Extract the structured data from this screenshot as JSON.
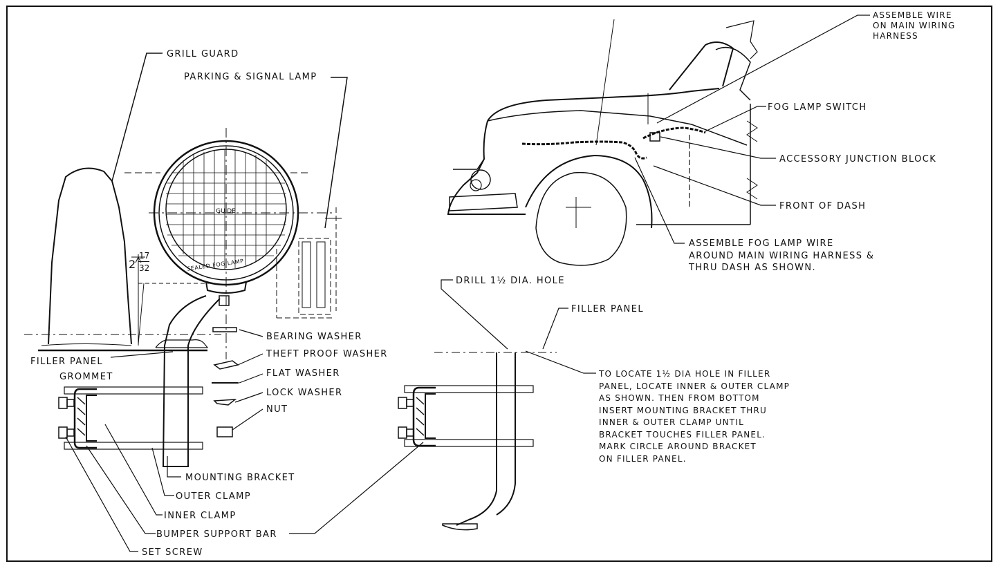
{
  "labels": {
    "grill_guard": "GRILL GUARD",
    "parking_signal_lamp": "PARKING & SIGNAL LAMP",
    "dimension_whole": "2",
    "dimension_numerator": "17",
    "dimension_denominator": "32",
    "lamp_lens_text": "GUIDE",
    "lamp_rim_text": "SEALED FOG LAMP",
    "filler_panel_left": "FILLER PANEL",
    "grommet": "GROMMET",
    "bearing_washer": "BEARING WASHER",
    "theft_proof_washer": "THEFT PROOF WASHER",
    "flat_washer": "FLAT WASHER",
    "lock_washer": "LOCK WASHER",
    "nut": "NUT",
    "mounting_bracket": "MOUNTING BRACKET",
    "outer_clamp": "OUTER CLAMP",
    "inner_clamp": "INNER CLAMP",
    "bumper_support_bar": "BUMPER SUPPORT BAR",
    "set_screw": "SET SCREW",
    "assemble_wire": "ASSEMBLE WIRE\nON MAIN WIRING\nHARNESS",
    "fog_lamp_switch": "FOG LAMP SWITCH",
    "accessory_junction_block": "ACCESSORY JUNCTION BLOCK",
    "front_of_dash": "FRONT OF DASH",
    "assemble_fog_lamp_wire": "ASSEMBLE FOG LAMP WIRE\nAROUND MAIN WIRING HARNESS &\nTHRU DASH AS SHOWN.",
    "drill_hole": "DRILL 1½ DIA. HOLE",
    "filler_panel_right": "FILLER PANEL",
    "locate_instructions": "TO LOCATE 1½ DIA HOLE IN FILLER\nPANEL, LOCATE INNER & OUTER CLAMP\nAS SHOWN. THEN FROM BOTTOM\nINSERT MOUNTING BRACKET THRU\nINNER & OUTER CLAMP UNTIL\nBRACKET TOUCHES FILLER PANEL.\nMARK CIRCLE AROUND BRACKET\nON FILLER PANEL."
  },
  "colors": {
    "ink": "#111111",
    "paper": "#ffffff"
  }
}
